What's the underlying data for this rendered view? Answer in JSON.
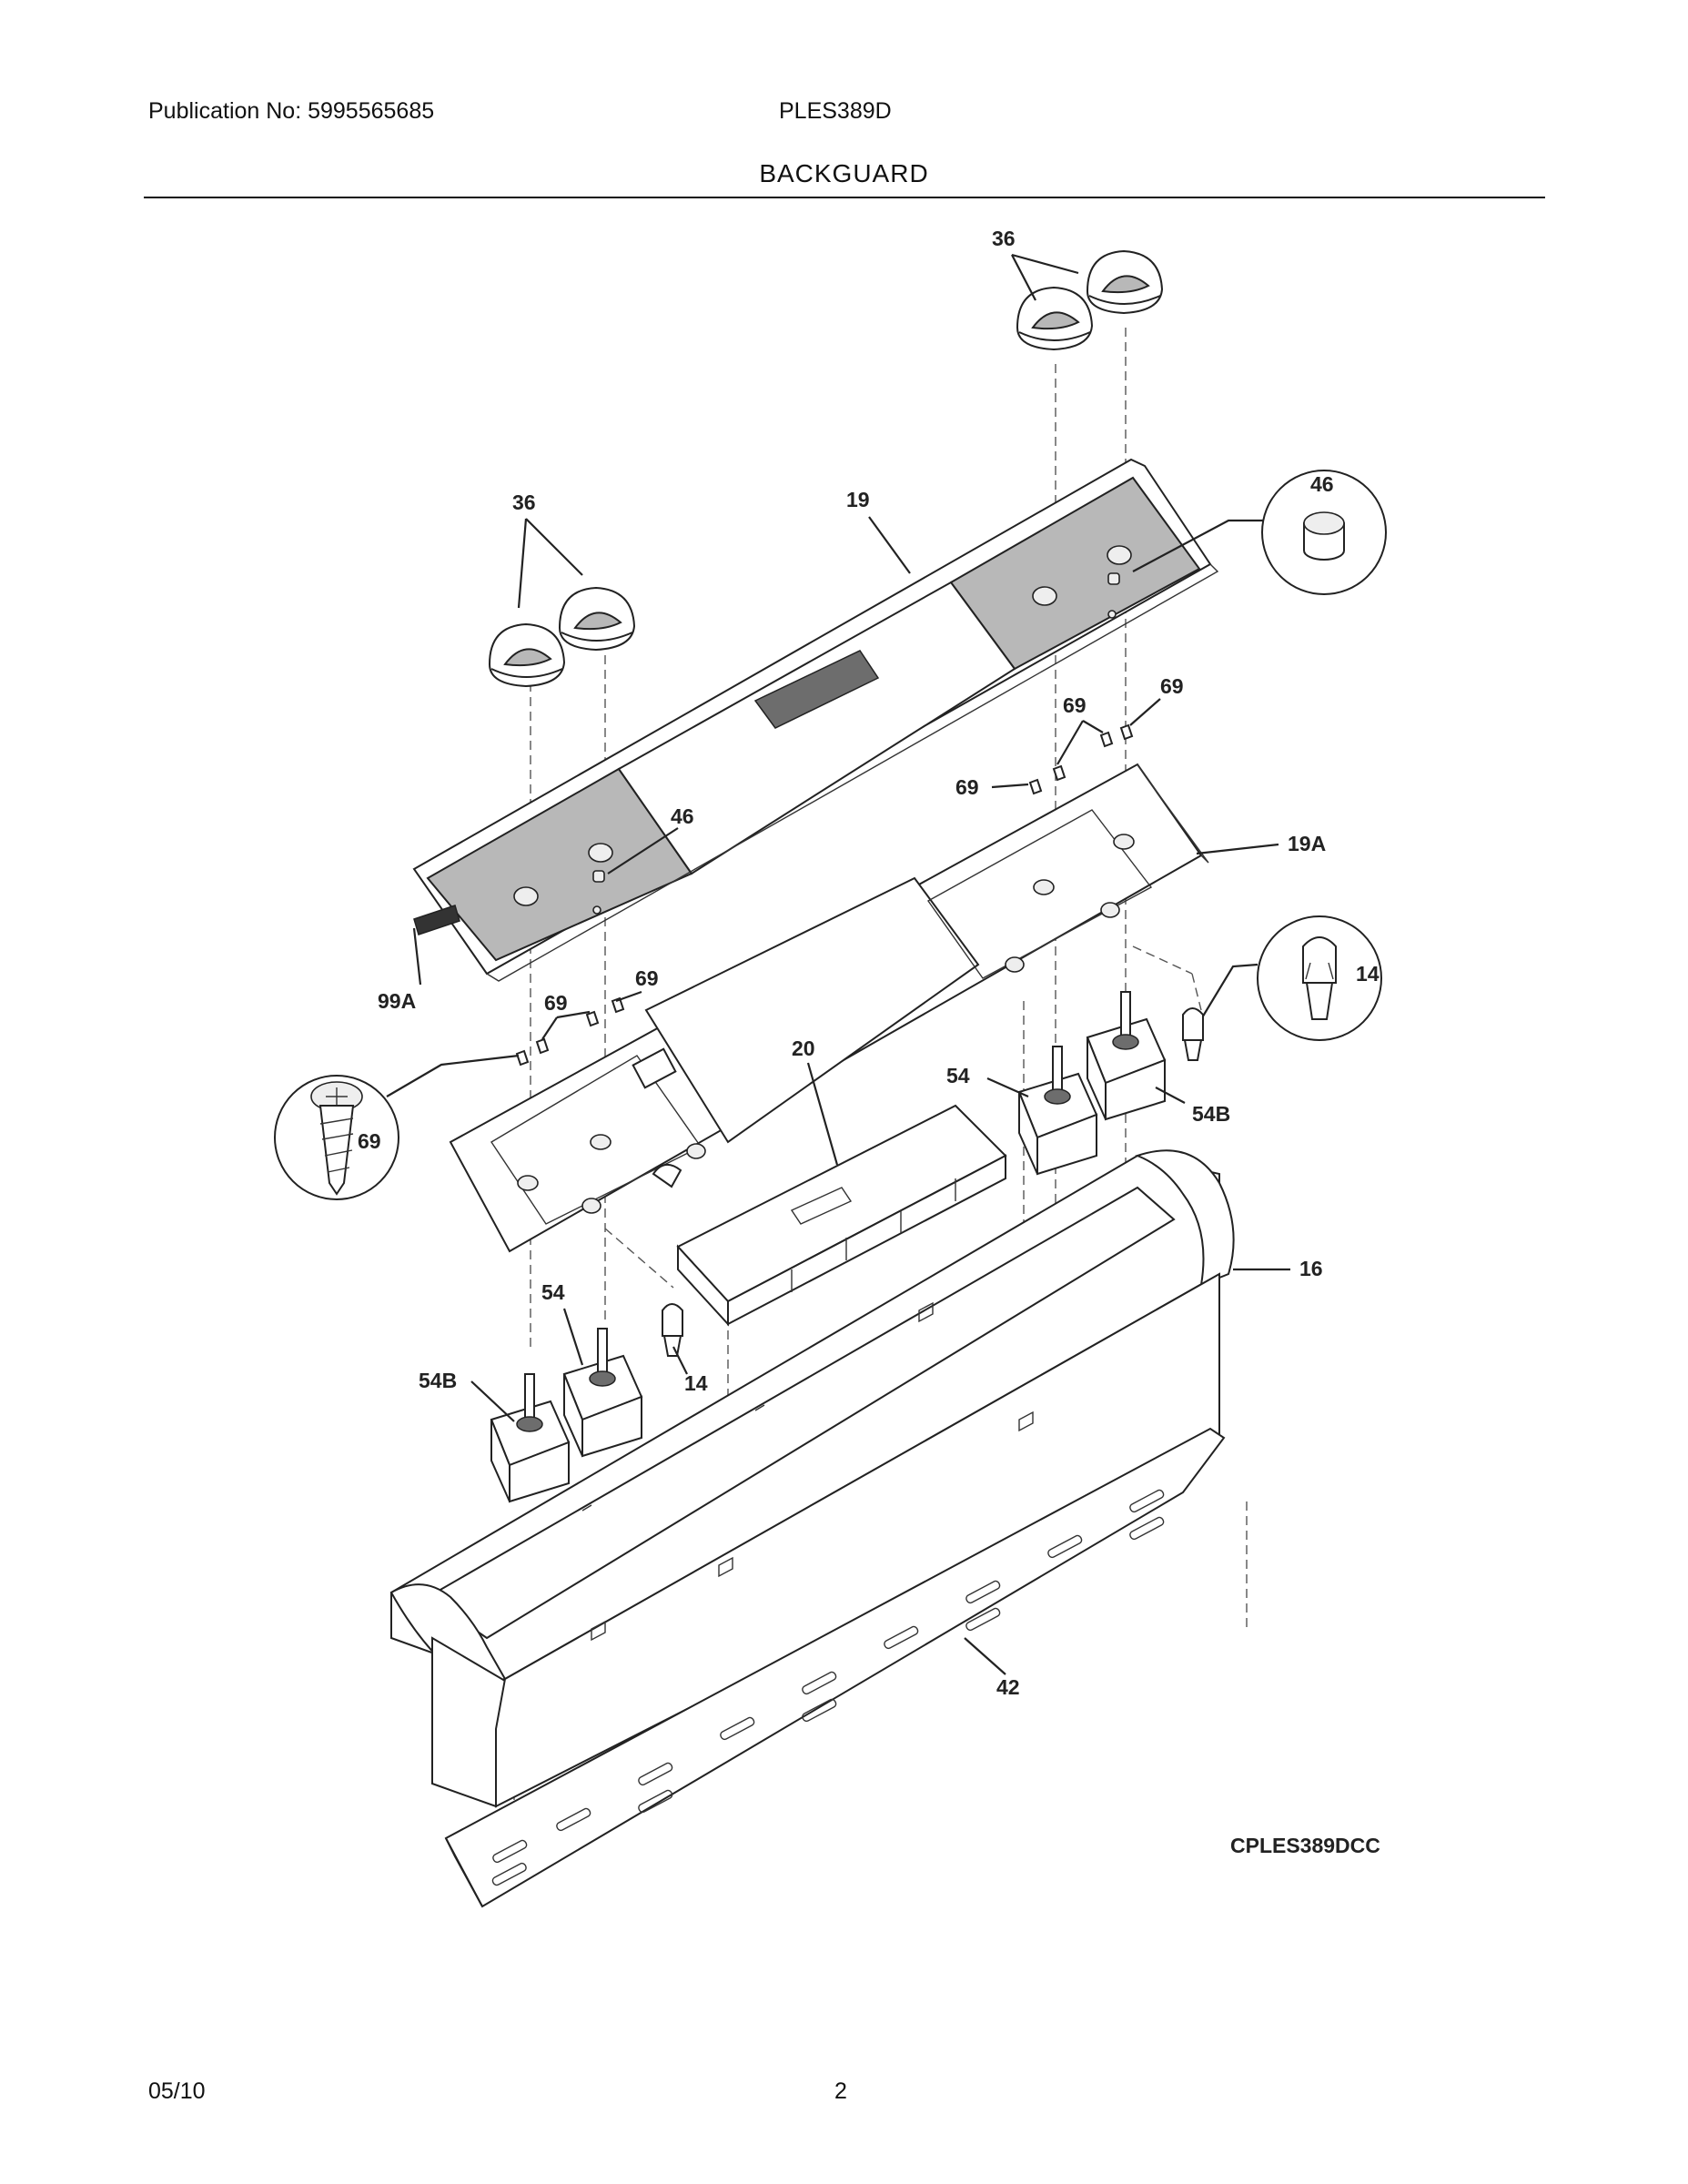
{
  "header": {
    "publication": "Publication No: 5995565685",
    "model": "PLES389D",
    "title": "BACKGUARD"
  },
  "footer": {
    "date": "05/10",
    "page": "2"
  },
  "diagram_code": "CPLES389DCC",
  "callouts": {
    "knob_right": "36",
    "knob_left": "36",
    "panel": "19",
    "button_detail": "46",
    "button_small": "46",
    "screw_a": "69",
    "screw_b": "69",
    "screw_c": "69",
    "screw_d": "69",
    "screw_e": "69",
    "screw_detail": "69",
    "panel_back": "19A",
    "cable": "99A",
    "lamp_detail": "14",
    "lamp_small": "14",
    "control_board": "20",
    "switch_right": "54",
    "switch_right_b": "54B",
    "switch_left": "54",
    "switch_left_b": "54B",
    "backguard_frame": "16",
    "vent_trim": "42"
  }
}
